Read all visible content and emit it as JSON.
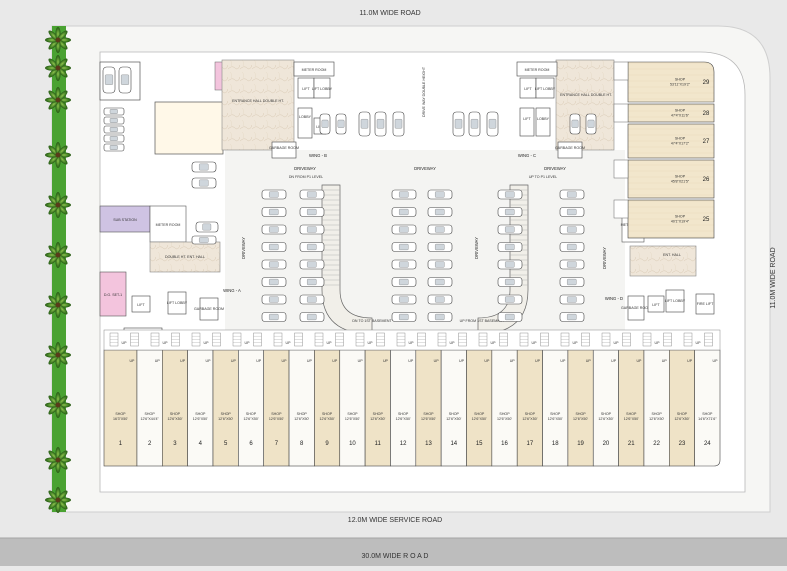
{
  "roads": {
    "top": "11.0M WIDE ROAD",
    "right": "11.0M WIDE ROAD",
    "service": "12.0M WIDE SERVICE ROAD",
    "bottom": "30.0M WIDE R O A D"
  },
  "labels": {
    "entrance_left": "ENTRANCE HALL DOUBLE HT.",
    "entrance_right": "ENTRANCE HALL DOUBLE HT.",
    "drive_way_double": "DRIVE WAY DOUBLE HEIGHT",
    "meter_room": "METER ROOM",
    "lift": "LIFT",
    "lift_lobby": "LIFT LOBBY",
    "lobby": "LOBBY",
    "garbage_room": "GARBAGE ROOM",
    "wing_a": "WING - A",
    "wing_b": "WING - B",
    "wing_c": "WING - C",
    "wing_d": "WING - D",
    "sub_station": "SUB STATION",
    "double_ht_ent_hall": "DOUBLE HT. ENT. HALL",
    "ent_hall": "ENT. HALL",
    "dg_set": "D.G. SET-1",
    "sanitary_block": "SANITARY BLOCK",
    "fire_lift": "FIRE LIFT",
    "driveway": "DRIVEWAY",
    "ramp_left_top": "DN FROM P1 LEVEL",
    "ramp_right_top": "UP TO P1 LEVEL",
    "ramp_left_bottom": "DN TO 1ST BASEMENT",
    "ramp_right_bottom": "UP FROM 1ST BASEMENT",
    "up": "UP",
    "shop": "SHOP"
  },
  "bottom_shops": [
    {
      "no": "1",
      "size": "16'3\"X50'"
    },
    {
      "no": "2",
      "size": "12'6\"X44'4\""
    },
    {
      "no": "3",
      "size": "12'6\"X50'"
    },
    {
      "no": "4",
      "size": "12'6\"X50'"
    },
    {
      "no": "5",
      "size": "12'6\"X50'"
    },
    {
      "no": "6",
      "size": "12'6\"X50'"
    },
    {
      "no": "7",
      "size": "12'6\"X50'"
    },
    {
      "no": "8",
      "size": "12'6\"X50'"
    },
    {
      "no": "9",
      "size": "12'6\"X50'"
    },
    {
      "no": "10",
      "size": "12'6\"X50'"
    },
    {
      "no": "11",
      "size": "12'6\"X50'"
    },
    {
      "no": "12",
      "size": "12'6\"X50'"
    },
    {
      "no": "13",
      "size": "12'6\"X50'"
    },
    {
      "no": "14",
      "size": "12'6\"X50'"
    },
    {
      "no": "15",
      "size": "12'6\"X50'"
    },
    {
      "no": "16",
      "size": "12'6\"X50'"
    },
    {
      "no": "17",
      "size": "12'6\"X50'"
    },
    {
      "no": "18",
      "size": "12'6\"X50'"
    },
    {
      "no": "19",
      "size": "12'6\"X50'"
    },
    {
      "no": "20",
      "size": "12'6\"X50'"
    },
    {
      "no": "21",
      "size": "12'6\"X50'"
    },
    {
      "no": "22",
      "size": "12'6\"X50'"
    },
    {
      "no": "23",
      "size": "12'6\"X50'"
    },
    {
      "no": "24",
      "size": "14'6\"X71'6\""
    }
  ],
  "right_shops": [
    {
      "no": "29",
      "size": "53'11\"X19'2\""
    },
    {
      "no": "28",
      "size": "47'4\"X11'6\""
    },
    {
      "no": "27",
      "size": "47'4\"X17'2\""
    },
    {
      "no": "26",
      "size": "45'8\"X21'5\""
    },
    {
      "no": "25",
      "size": "40'1\"X19'4\""
    }
  ],
  "colors": {
    "background": "#e9e9e9",
    "shop_tan": "#efe3c7",
    "shop_white": "#fbfaf6",
    "marble": "#efe6d9",
    "tree": "#3d7a22",
    "green_strip": "#4aa232",
    "bottom_road": "#bdbdbd",
    "pink": "#f3c4dd",
    "lilac": "#cfc3e3"
  }
}
